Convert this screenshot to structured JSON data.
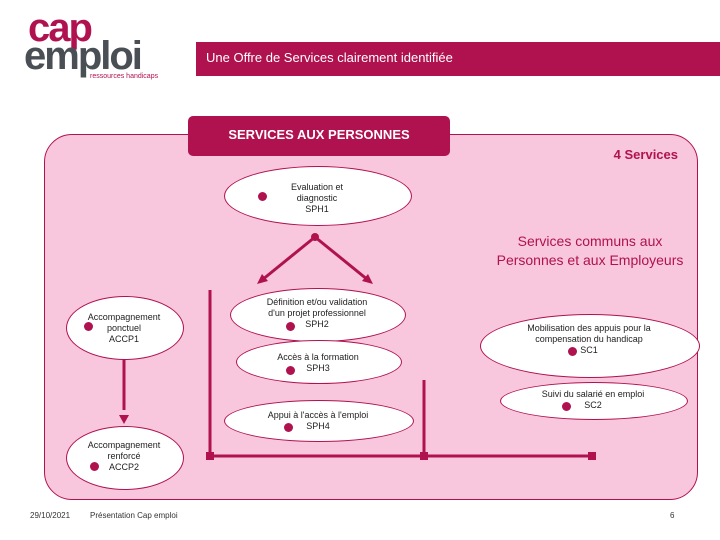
{
  "logo": {
    "line1": "cap",
    "line2": "emploi",
    "sub": "ressources handicaps"
  },
  "header": {
    "title": "Une Offre de Services clairement  identifiée"
  },
  "section": {
    "tab_label": "SERVICES  AUX  PERSONNES",
    "count": "4 Services"
  },
  "common_services": {
    "text": "Services communs aux Personnes et aux Employeurs"
  },
  "nodes": {
    "sph1": {
      "line1": "Evaluation et",
      "line2": "diagnostic",
      "line3": "SPH1"
    },
    "accp1": {
      "line1": "Accompagnement",
      "line2": "ponctuel",
      "line3": "ACCP1"
    },
    "sph2": {
      "line1": "Définition et/ou validation",
      "line2": "d'un projet professionnel",
      "line3": "SPH2"
    },
    "sph3": {
      "line1": "Accès à la formation",
      "line2": "SPH3"
    },
    "sc1": {
      "line1": "Mobilisation des appuis pour la",
      "line2": "compensation du handicap",
      "line3": "SC1"
    },
    "sc2": {
      "line1": "Suivi du salarié en emploi",
      "line2": "SC2"
    },
    "sph4": {
      "line1": "Appui à l'accès à l'emploi",
      "line2": "SPH4"
    },
    "accp2": {
      "line1": "Accompagnement",
      "line2": "renforcé",
      "line3": "ACCP2"
    }
  },
  "footer": {
    "date": "29/10/2021",
    "title": "Présentation Cap emploi",
    "page": "6"
  },
  "colors": {
    "brand": "#b0124f",
    "panel": "#f9c7dd",
    "header_bar": "#b0124f"
  }
}
